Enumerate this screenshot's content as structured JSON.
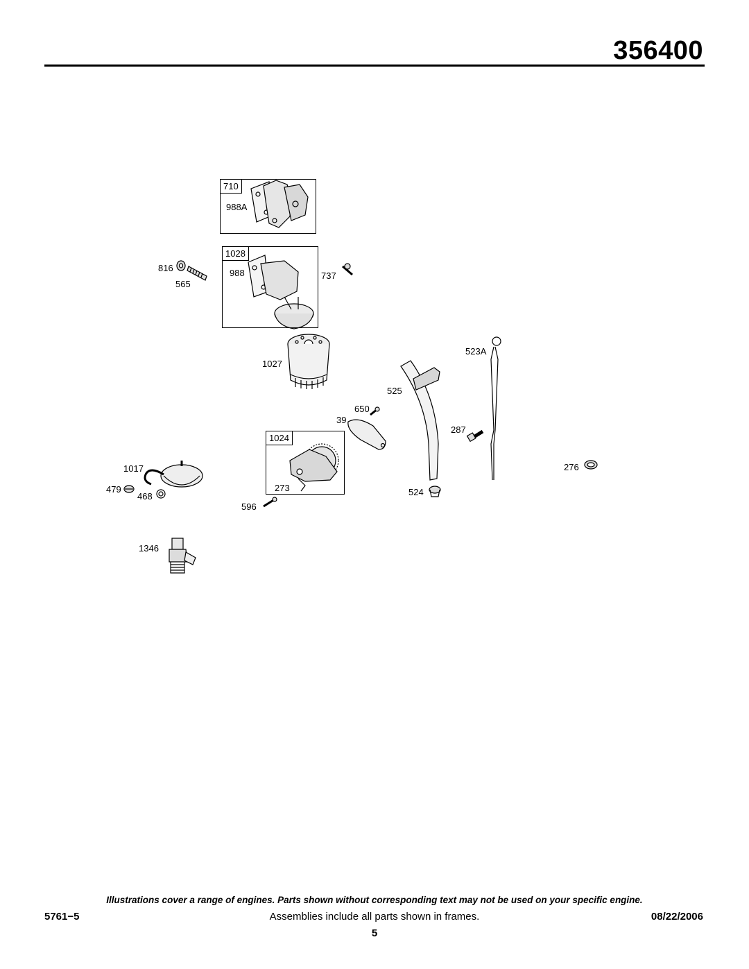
{
  "header": {
    "model_number": "356400"
  },
  "frames": {
    "f710": "710",
    "f1028": "1028",
    "f1024": "1024"
  },
  "parts": {
    "p988A": "988A",
    "p988": "988",
    "p816": "816",
    "p565": "565",
    "p737": "737",
    "p1027": "1027",
    "p523A": "523A",
    "p525": "525",
    "p650": "650",
    "p39": "39",
    "p287": "287",
    "p1017": "1017",
    "p276": "276",
    "p479": "479",
    "p468": "468",
    "p273": "273",
    "p524": "524",
    "p596": "596",
    "p1346": "1346"
  },
  "footer": {
    "disclaimer": "Illustrations cover a range of engines. Parts shown without corresponding text may not be used on your specific engine.",
    "doc_code": "5761−5",
    "note": "Assemblies include all parts shown in frames.",
    "date": "08/22/2006",
    "page_number": "5"
  }
}
